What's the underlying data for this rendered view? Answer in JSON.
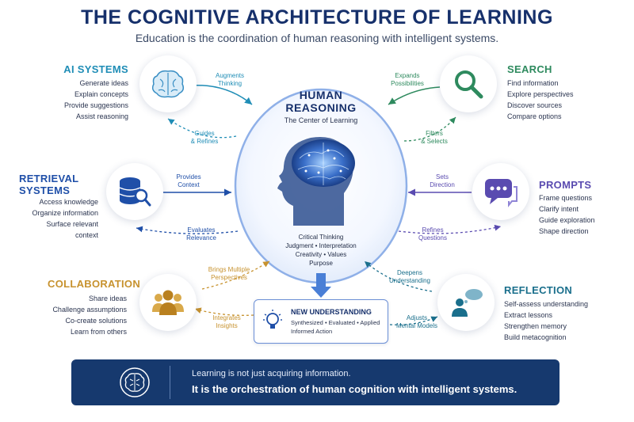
{
  "header": {
    "title": "THE COGNITIVE ARCHITECTURE OF LEARNING",
    "subtitle": "Education is the coordination of human reasoning with intelligent systems."
  },
  "center": {
    "title_line1": "HUMAN",
    "title_line2": "REASONING",
    "subtitle": "The Center of Learning",
    "skills_line1": "Critical Thinking",
    "skills_line2": "Judgment  •  Interpretation",
    "skills_line3": "Creativity  •  Values",
    "skills_line4": "Purpose"
  },
  "ai_systems": {
    "title": "AI SYSTEMS",
    "items": [
      "Generate ideas",
      "Explain concepts",
      "Provide suggestions",
      "Assist reasoning"
    ],
    "arrow_in": [
      "Augments",
      "Thinking"
    ],
    "arrow_out": [
      "Guides",
      "& Refines"
    ],
    "color": "#1f8db6"
  },
  "search": {
    "title": "SEARCH",
    "items": [
      "Find information",
      "Explore perspectives",
      "Discover sources",
      "Compare options"
    ],
    "arrow_in": [
      "Expands",
      "Possibilities"
    ],
    "arrow_out": [
      "Filters",
      "& Selects"
    ],
    "color": "#2e8a5e"
  },
  "retrieval": {
    "title_line1": "RETRIEVAL",
    "title_line2": "SYSTEMS",
    "items": [
      "Access knowledge",
      "Organize information",
      "Surface relevant",
      "context"
    ],
    "arrow_in": [
      "Provides",
      "Context"
    ],
    "arrow_out": [
      "Evaluates",
      "Relevance"
    ],
    "color": "#1f4fa8"
  },
  "prompts": {
    "title": "PROMPTS",
    "items": [
      "Frame questions",
      "Clarify intent",
      "Guide exploration",
      "Shape direction"
    ],
    "arrow_in": [
      "Sets",
      "Direction"
    ],
    "arrow_out": [
      "Refines",
      "Questions"
    ],
    "color": "#5a4bb0"
  },
  "collaboration": {
    "title": "COLLABORATION",
    "items": [
      "Share ideas",
      "Challenge assumptions",
      "Co-create solutions",
      "Learn from others"
    ],
    "arrow_in": [
      "Brings Multiple",
      "Perspectives"
    ],
    "arrow_out": [
      "Integrates",
      "Insights"
    ],
    "color": "#c7922e"
  },
  "reflection": {
    "title": "REFLECTION",
    "items": [
      "Self-assess understanding",
      "Extract lessons",
      "Strengthen memory",
      "Build metacognition"
    ],
    "arrow_in": [
      "Deepens",
      "Understanding"
    ],
    "arrow_out": [
      "Adjusts",
      "Mental Models"
    ],
    "color": "#1a6f8c"
  },
  "new_understanding": {
    "title": "NEW UNDERSTANDING",
    "line1": "Synthesized  •  Evaluated  •  Applied",
    "line2": "Informed Action"
  },
  "banner": {
    "line1": "Learning is not just acquiring information.",
    "line2": "It is the orchestration of human cognition with intelligent systems."
  },
  "icons": {
    "ai": "brain-icon",
    "search": "magnifier-icon",
    "retrieval": "database-search-icon",
    "prompts": "chat-bubble-icon",
    "collaboration": "people-group-icon",
    "reflection": "person-thought-icon",
    "new_understanding": "lightbulb-icon",
    "banner": "brain-circuit-icon"
  }
}
